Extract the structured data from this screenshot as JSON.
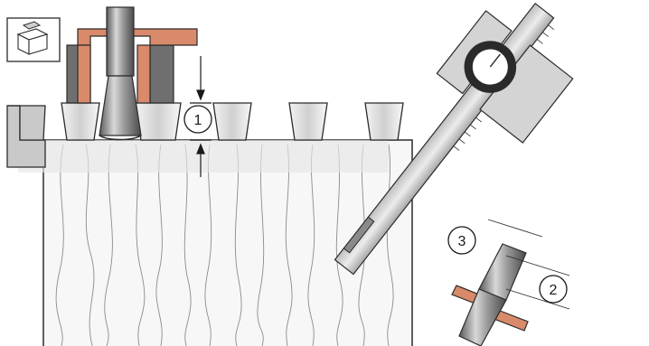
{
  "callouts": [
    {
      "id": "callout-1",
      "label": "1"
    },
    {
      "id": "callout-2",
      "label": "2"
    },
    {
      "id": "callout-3",
      "label": "3"
    }
  ],
  "colors": {
    "wood_fill": "#f7f7f7",
    "wood_grain": "#8c8c8c",
    "outline": "#2b2b2b",
    "template_gray": "#c9c9c9",
    "clamp_dark": "#6f6f6f",
    "copper_accent": "#d98a6a",
    "highlight_band": "#e6e6e6",
    "bit_steel": "#9a9a9a",
    "caliper_body": "#d4d4d4",
    "dial_face": "#2a2a2a"
  },
  "icons": {
    "corner_icon": "dovetail-joint-icon",
    "router_bit": "dovetail-router-bit-icon",
    "caliper": "dial-caliper-icon"
  }
}
